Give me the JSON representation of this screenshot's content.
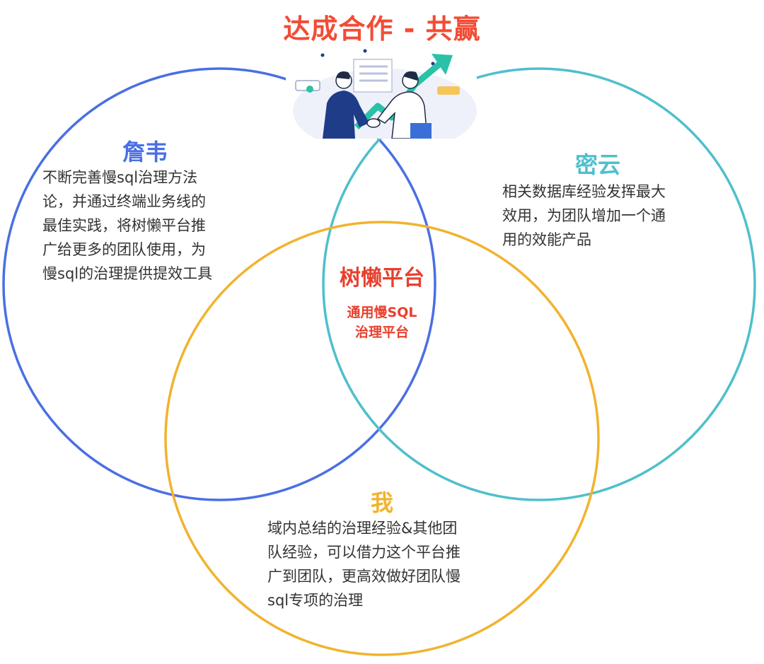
{
  "title": "达成合作 - 共赢",
  "colors": {
    "title": "#f24c35",
    "zhanwei": "#4a6fe3",
    "miyun": "#4fbfcc",
    "me": "#f1b32e",
    "center": "#e8402e",
    "text": "#333333",
    "arrow": "#29c2a8",
    "person_dark": "#1f3c88"
  },
  "illustration": {
    "icon": "handshake-growth-illustration"
  },
  "sets": {
    "zhanwei": {
      "label": "詹韦",
      "lines": [
        "不断完善慢sql治理方法",
        "论，并通过终端业务线的",
        "最佳实践，将树懒平台推",
        "广给更多的团队使用，为",
        "慢sql的治理提供提效工具"
      ]
    },
    "miyun": {
      "label": "密云",
      "lines": [
        "相关数据库经验发挥最大",
        "效用，为团队增加一个通",
        "用的效能产品"
      ]
    },
    "me": {
      "label": "我",
      "lines": [
        "域内总结的治理经验&其他团",
        "队经验，可以借力这个平台推",
        "广到团队，更高效做好团队慢",
        "sql专项的治理"
      ]
    }
  },
  "center": {
    "title": "树懒平台",
    "subtitle_lines": [
      "通用慢SQL",
      "治理平台"
    ]
  }
}
